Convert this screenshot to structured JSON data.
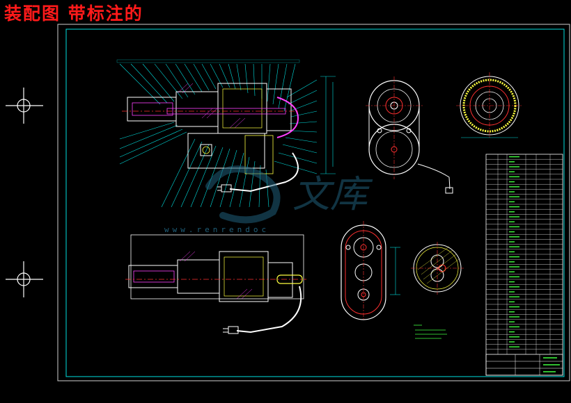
{
  "page": {
    "title": "装配图 带标注的",
    "title_color": "#ff1a1a",
    "background": "#000000"
  },
  "drawing": {
    "type": "cad-assembly-drawing",
    "colors": {
      "frame": "#00e0e0",
      "outline": "#ffffff",
      "centerline": "#ff3030",
      "hatch": "#ff40ff",
      "leader": "#00e0e0",
      "detail": "#ffff40",
      "text": "#40ff40"
    },
    "watermark": {
      "logo_text": "文库",
      "url_text": "www.renrendoc"
    }
  }
}
